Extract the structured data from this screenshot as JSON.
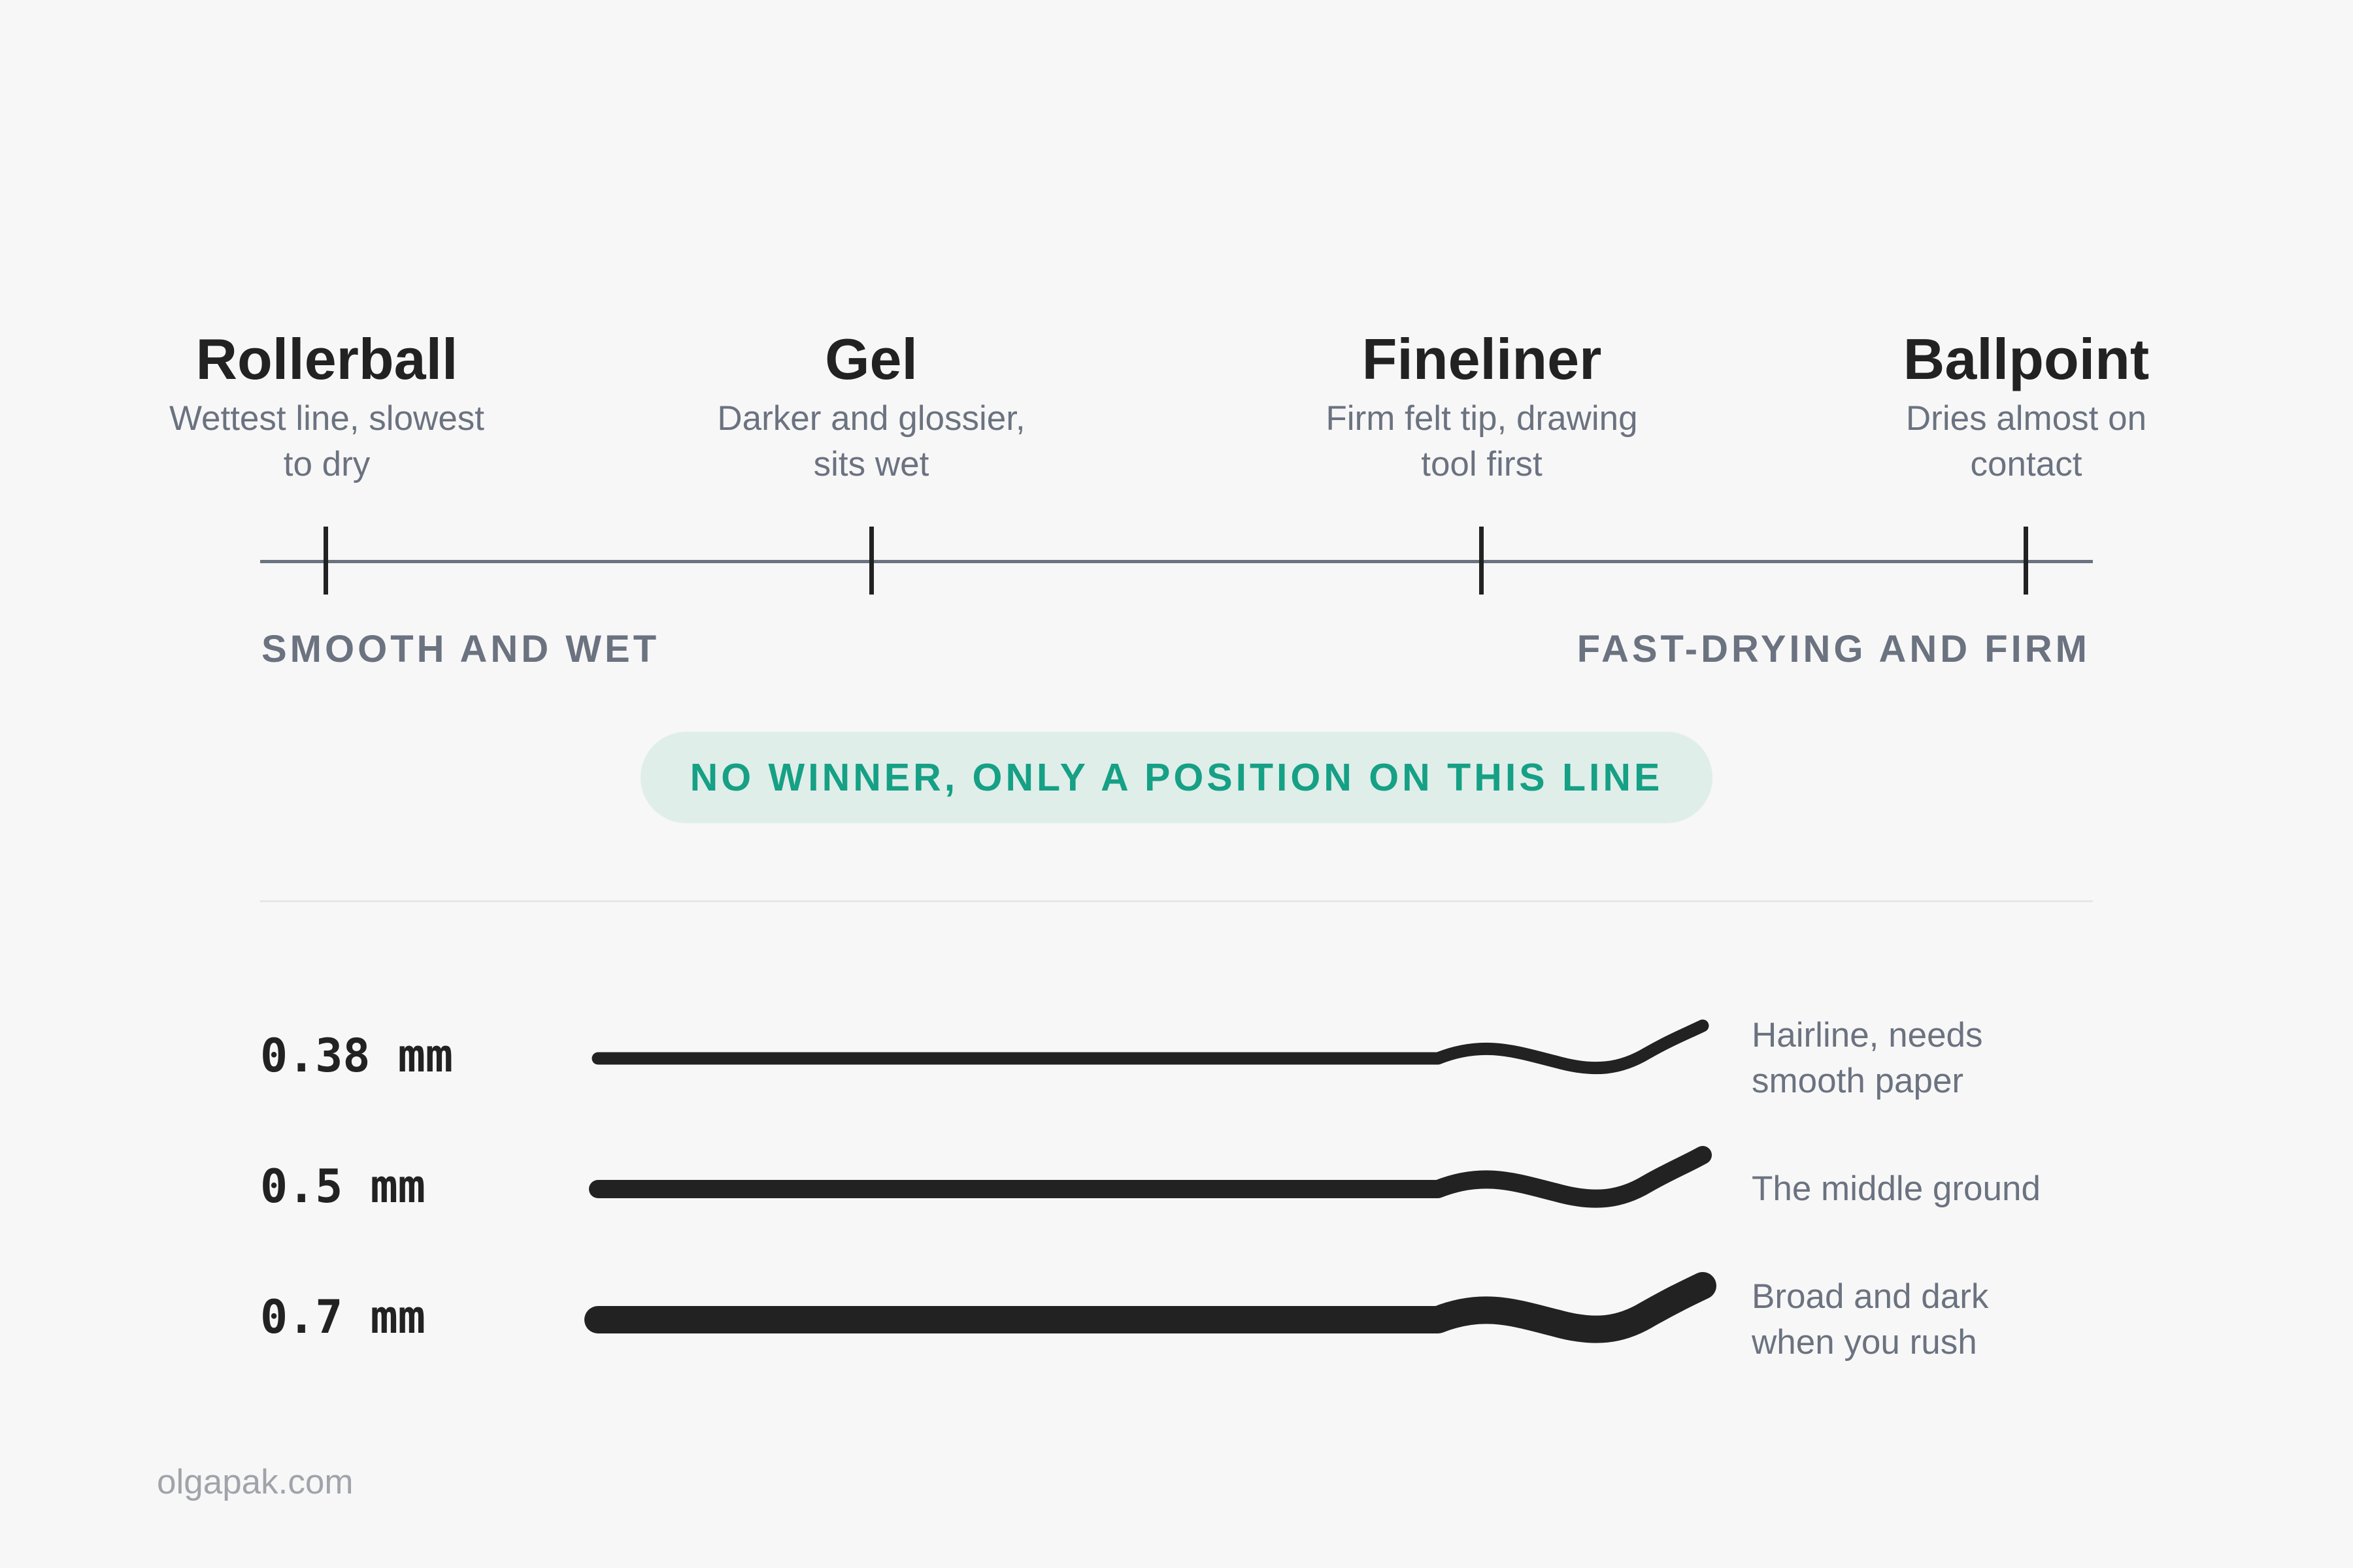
{
  "pens": [
    {
      "name": "Rollerball",
      "description": "Wettest line, slowest to dry"
    },
    {
      "name": "Gel",
      "description": "Darker and glossier, sits wet"
    },
    {
      "name": "Fineliner",
      "description": "Firm felt tip, drawing tool first"
    },
    {
      "name": "Ballpoint",
      "description": "Dries almost on contact"
    }
  ],
  "axis": {
    "left_label": "SMOOTH AND WET",
    "right_label": "FAST-DRYING AND FIRM"
  },
  "callout": "NO WINNER, ONLY A POSITION ON THIS LINE",
  "tip_sizes": [
    {
      "size": "0.38 mm",
      "note": "Hairline, needs smooth paper"
    },
    {
      "size": "0.5 mm",
      "note": "The middle ground"
    },
    {
      "size": "0.7 mm",
      "note": "Broad and dark when you rush"
    }
  ],
  "credit": "olgapak.com",
  "colors": {
    "ink": "#222222",
    "muted": "#6b7280",
    "accent": "#16a085",
    "pill_background": "#dfeee9",
    "background": "#f7f7f7"
  }
}
